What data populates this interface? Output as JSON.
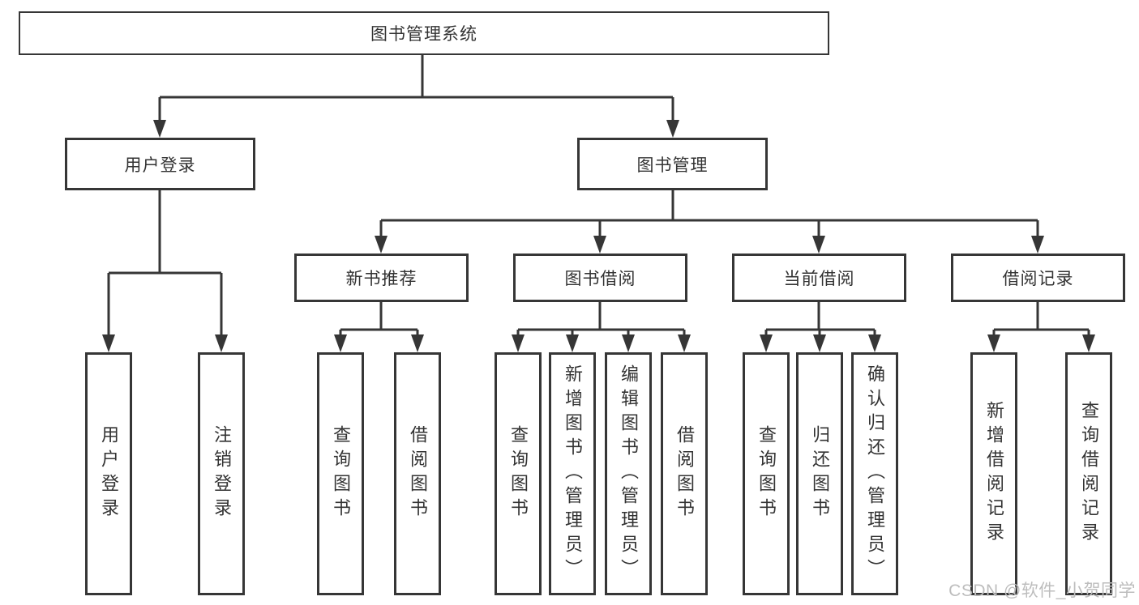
{
  "tree": {
    "root_label": "图书管理系统",
    "branches": [
      {
        "label": "用户登录",
        "children": [
          {
            "label": "用户登录"
          },
          {
            "label": "注销登录"
          }
        ]
      },
      {
        "label": "图书管理",
        "children": [
          {
            "label": "新书推荐",
            "children": [
              {
                "label": "查询图书"
              },
              {
                "label": "借阅图书"
              }
            ]
          },
          {
            "label": "图书借阅",
            "children": [
              {
                "label": "查询图书"
              },
              {
                "label": "新增图书（管理员）"
              },
              {
                "label": "编辑图书（管理员）"
              },
              {
                "label": "借阅图书"
              }
            ]
          },
          {
            "label": "当前借阅",
            "children": [
              {
                "label": "查询图书"
              },
              {
                "label": "归还图书"
              },
              {
                "label": "确认归还（管理员）"
              }
            ]
          },
          {
            "label": "借阅记录",
            "children": [
              {
                "label": "新增借阅记录"
              },
              {
                "label": "查询借阅记录"
              }
            ]
          }
        ]
      }
    ]
  },
  "watermark": {
    "text": "CSDN @软件_小贺同学",
    "color": "#bdbdbd"
  },
  "colors": {
    "line": "#363636",
    "border": "#363636",
    "text": "#333333",
    "background": "#ffffff"
  }
}
